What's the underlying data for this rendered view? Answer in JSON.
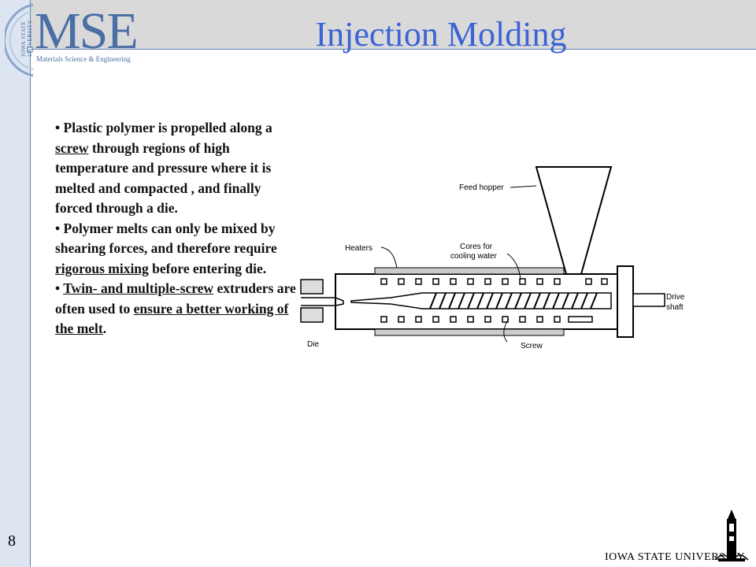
{
  "header": {
    "logo_text": "MSE",
    "logo_subtitle": "Materials Science & Engineering",
    "logo_vertical": "IOWA STATE UNIVERSITY",
    "title": "Injection Molding"
  },
  "content": {
    "bullet1": {
      "pre": "• Plastic polymer is propelled along a ",
      "u1": "screw",
      "post": " through regions of high temperature and pressure where it is melted and compacted , and finally forced through a die."
    },
    "bullet2": {
      "pre": "• Polymer melts can only be mixed by shearing forces, and therefore require ",
      "u1": "rigorous mixing",
      "post": " before entering die."
    },
    "bullet3": {
      "pre": "• ",
      "u1": "Twin- and multiple-screw",
      "mid": " extruders are often used to ",
      "u2": "ensure a better working of the melt",
      "post": "."
    }
  },
  "diagram": {
    "labels": {
      "feed_hopper": "Feed hopper",
      "heaters": "Heaters",
      "cores_line1": "Cores for",
      "cores_line2": "cooling water",
      "drive_line1": "Drive",
      "drive_line2": "shaft",
      "die": "Die",
      "screw": "Screw"
    }
  },
  "footer": {
    "slide_number": "8",
    "university": "IOWA STATE UNIVERSITY."
  },
  "colors": {
    "title": "#3b63d6",
    "logo": "#4a6fa5",
    "topbar": "#d9d9d9",
    "sidebar": "#dde5f1"
  }
}
